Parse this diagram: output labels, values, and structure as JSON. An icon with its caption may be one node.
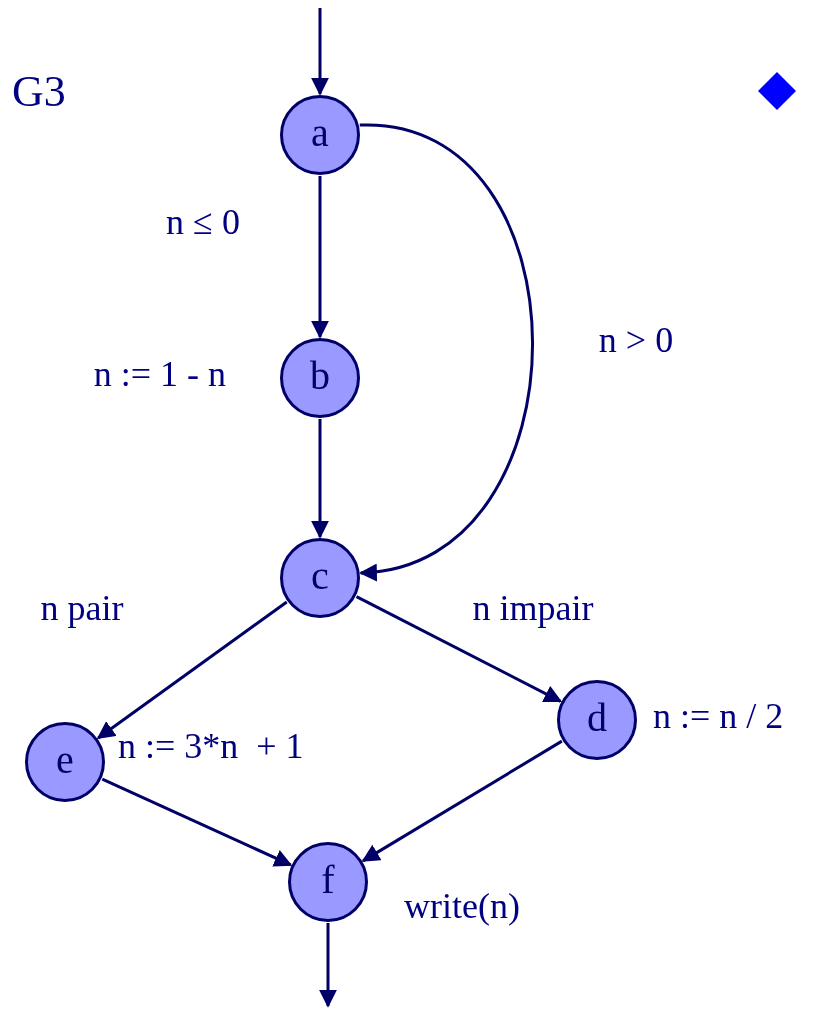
{
  "diagram": {
    "title": "G3",
    "nodes": [
      {
        "text": [
          "a"
        ]
      },
      {
        "text": [
          "b"
        ],
        "beside": [
          "n := 1 - n"
        ]
      },
      {
        "text": [
          "c"
        ]
      },
      {
        "text": [
          "d"
        ],
        "beside": [
          "n := n / 2"
        ]
      },
      {
        "text": [
          "e"
        ],
        "beside": [
          "n := 3*n  + 1"
        ]
      },
      {
        "text": [
          "f"
        ],
        "beside": [
          "write(n)"
        ]
      }
    ],
    "edges": [
      {
        "from": null,
        "to": 0,
        "arrow": "to"
      },
      {
        "from": 0,
        "to": 1,
        "arrow": "to",
        "label": "n ≤ 0"
      },
      {
        "from": 0,
        "to": 2,
        "arrow": "to",
        "label": "n > 0"
      },
      {
        "from": 1,
        "to": 2,
        "arrow": "to"
      },
      {
        "from": 2,
        "to": 4,
        "arrow": "to",
        "label": "n pair"
      },
      {
        "from": 2,
        "to": 3,
        "arrow": "to",
        "label": "n impair"
      },
      {
        "from": 4,
        "to": 5,
        "arrow": "to"
      },
      {
        "from": 3,
        "to": 5,
        "arrow": "to"
      },
      {
        "from": 5,
        "to": null,
        "arrow": "to"
      }
    ]
  }
}
